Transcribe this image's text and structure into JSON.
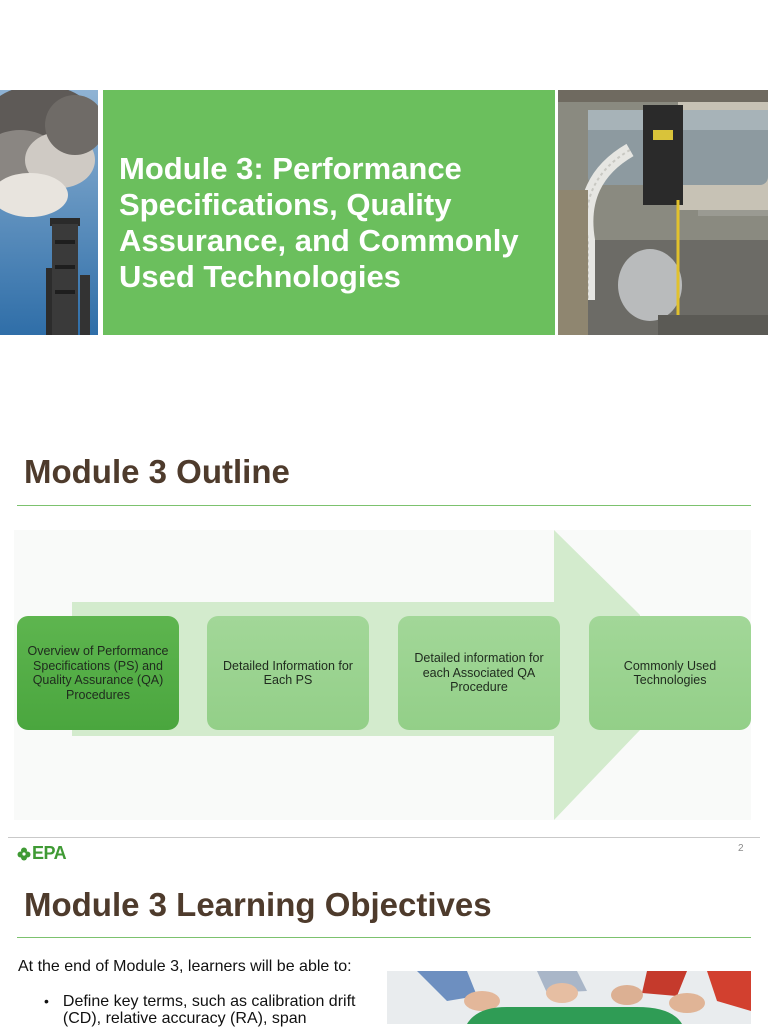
{
  "slide1": {
    "title": "Module 3: Performance\nSpecifications, Quality\nAssurance, and Commonly\nUsed Technologies",
    "colors": {
      "banner_green": "#6bbf5d"
    },
    "images": {
      "left": "smokestack-photo",
      "right": "stack-monitoring-equipment-photo"
    }
  },
  "slide2": {
    "heading": "Module 3 Outline",
    "steps": [
      {
        "label": "Overview of Performance Specifications (PS) and Quality Assurance (QA) Procedures",
        "state": "active"
      },
      {
        "label": "Detailed Information for Each PS",
        "state": "inactive"
      },
      {
        "label": "Detailed information for each Associated QA Procedure",
        "state": "inactive"
      },
      {
        "label": "Commonly Used Technologies",
        "state": "inactive"
      }
    ],
    "footer": {
      "logo_text": "EPA",
      "page_number": "2"
    },
    "colors": {
      "heading_brown": "#4e3b2c",
      "arrow_light_green": "#d3ebcd",
      "step_active": "#52ac45",
      "step_inactive": "#9ad38f"
    }
  },
  "slide3": {
    "heading": "Module 3 Learning Objectives",
    "intro": "At the end of Module 3, learners will be able to:",
    "objectives": [
      "Define key terms, such as calibration drift (CD), relative accuracy (RA), span"
    ],
    "images": {
      "right": "hands-around-table-photo"
    }
  }
}
